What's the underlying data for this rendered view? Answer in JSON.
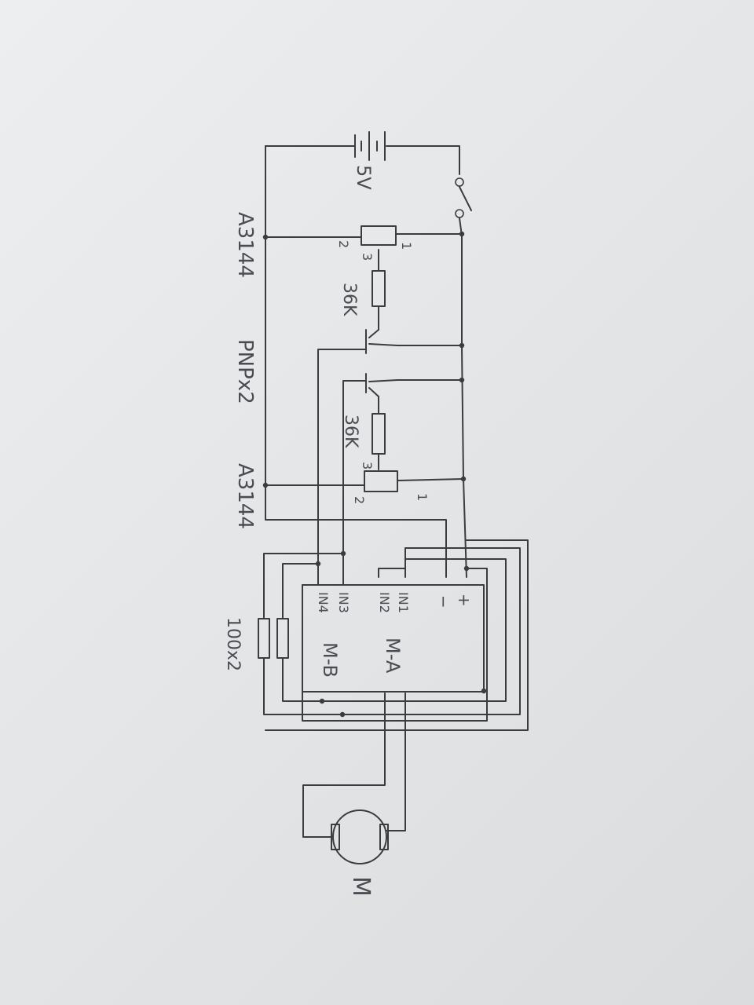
{
  "battery": {
    "label": "5V"
  },
  "pot_top": {
    "pins": {
      "p1": "1",
      "p2": "2",
      "p3": "3"
    }
  },
  "pot_bottom": {
    "pins": {
      "p1": "1",
      "p2": "2",
      "p3": "3"
    }
  },
  "resistors": {
    "r1": "36K",
    "r2": "36K",
    "load": "100x2"
  },
  "transistor_labels": {
    "left": "A3144",
    "center": "PNPx2",
    "right": "A3144"
  },
  "driver": {
    "pins": {
      "plus": "+",
      "minus": "−",
      "in1": "IN1",
      "in2": "IN2",
      "in3": "IN3",
      "in4": "IN4"
    },
    "channels": {
      "a": "M-A",
      "b": "M-B"
    }
  },
  "motor": {
    "label": "M"
  }
}
